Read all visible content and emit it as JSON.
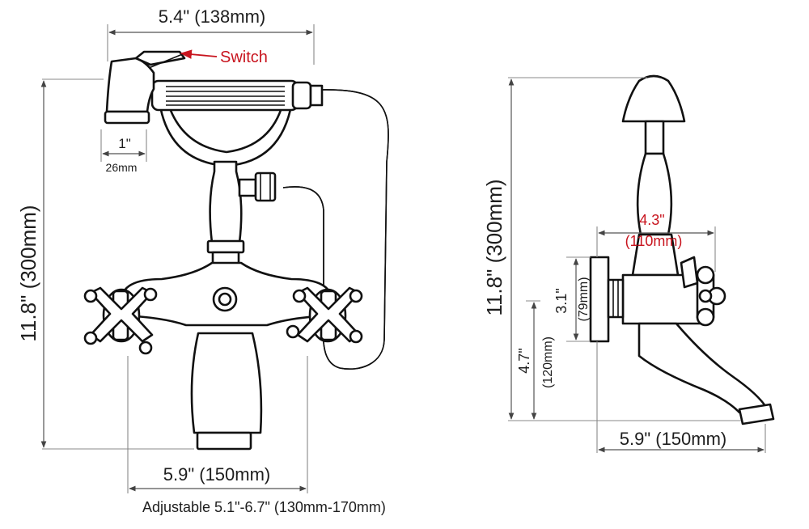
{
  "colors": {
    "outline": "#111111",
    "dimension_line": "#555555",
    "text": "#1e1e1e",
    "callout_red": "#c8141e",
    "background": "#ffffff"
  },
  "front_view": {
    "top_width_label": "5.4\" (138mm)",
    "switch_label": "Switch",
    "spray_head_width_label": "1\"",
    "spray_head_width_mm": "26mm",
    "height_label": "11.8\" (300mm)",
    "base_width_label": "5.9\" (150mm)",
    "adjustable_label": "Adjustable 5.1\"-6.7\" (130mm-170mm)"
  },
  "side_view": {
    "height_label": "11.8\" (300mm)",
    "handle_depth_in": "4.3\"",
    "handle_depth_mm": "(110mm)",
    "flange_height_in": "3.1\"",
    "flange_height_mm": "(79mm)",
    "spout_height_in": "4.7\"",
    "spout_height_mm": "(120mm)",
    "spout_reach_label": "5.9\" (150mm)"
  }
}
